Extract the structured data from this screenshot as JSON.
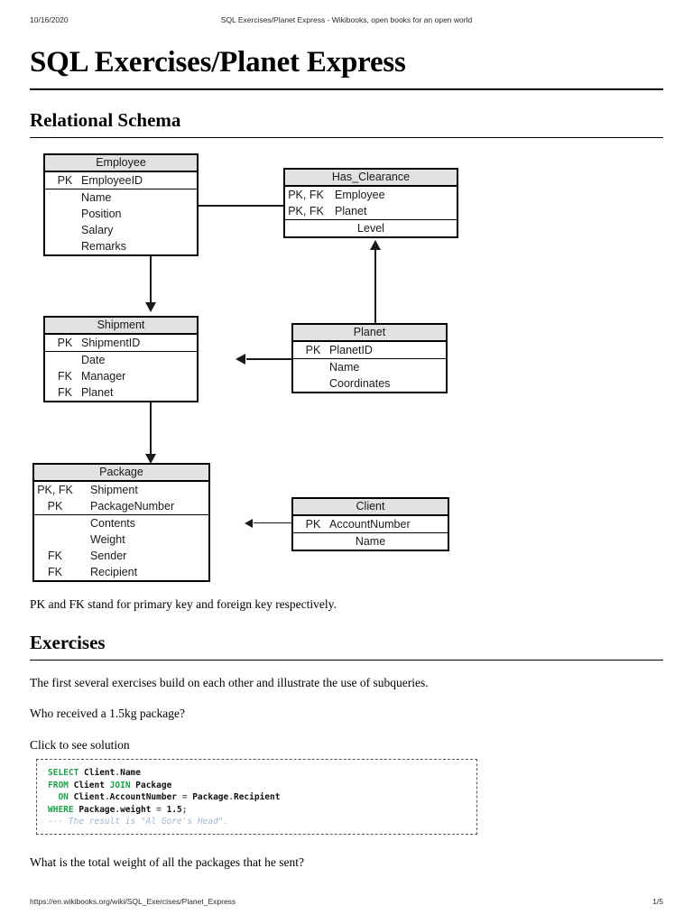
{
  "print_header": {
    "date": "10/16/2020",
    "title": "SQL Exercises/Planet Express - Wikibooks, open books for an open world"
  },
  "print_footer": {
    "url": "https://en.wikibooks.org/wiki/SQL_Exercises/Planet_Express",
    "page": "1/5"
  },
  "document": {
    "title": "SQL Exercises/Planet Express",
    "sections": {
      "schema": "Relational Schema",
      "exercises": "Exercises"
    },
    "paragraphs": {
      "pk_fk_note": "PK and FK stand for primary key and foreign key respectively.",
      "intro": "The first several exercises build on each other and illustrate the use of subqueries.",
      "question1": "Who received a 1.5kg package?",
      "click_solution": "Click to see solution",
      "question2": "What is the total weight of all the packages that he sent?"
    }
  },
  "diagram": {
    "entities": {
      "employee": {
        "name": "Employee",
        "keys": [
          {
            "key": "PK",
            "attr": "EmployeeID"
          }
        ],
        "attrs": [
          {
            "key": "",
            "attr": "Name"
          },
          {
            "key": "",
            "attr": "Position"
          },
          {
            "key": "",
            "attr": "Salary"
          },
          {
            "key": "",
            "attr": "Remarks"
          }
        ]
      },
      "has_clearance": {
        "name": "Has_Clearance",
        "keys": [
          {
            "key": "PK, FK",
            "attr": "Employee"
          },
          {
            "key": "PK, FK",
            "attr": "Planet"
          }
        ],
        "attrs": [
          {
            "key": "",
            "attr": "Level"
          }
        ]
      },
      "shipment": {
        "name": "Shipment",
        "keys": [
          {
            "key": "PK",
            "attr": "ShipmentID"
          }
        ],
        "attrs": [
          {
            "key": "",
            "attr": "Date"
          },
          {
            "key": "FK",
            "attr": "Manager"
          },
          {
            "key": "FK",
            "attr": "Planet"
          }
        ]
      },
      "planet": {
        "name": "Planet",
        "keys": [
          {
            "key": "PK",
            "attr": "PlanetID"
          }
        ],
        "attrs": [
          {
            "key": "",
            "attr": "Name"
          },
          {
            "key": "",
            "attr": "Coordinates"
          }
        ]
      },
      "package": {
        "name": "Package",
        "keys": [
          {
            "key": "PK, FK",
            "attr": "Shipment"
          },
          {
            "key": "PK",
            "attr": "PackageNumber"
          }
        ],
        "attrs": [
          {
            "key": "",
            "attr": "Contents"
          },
          {
            "key": "",
            "attr": "Weight"
          },
          {
            "key": "FK",
            "attr": "Sender"
          },
          {
            "key": "FK",
            "attr": "Recipient"
          }
        ]
      },
      "client": {
        "name": "Client",
        "keys": [
          {
            "key": "PK",
            "attr": "AccountNumber"
          }
        ],
        "attrs": [
          {
            "key": "",
            "attr": "Name"
          }
        ]
      }
    },
    "relationships": [
      {
        "from": "Employee",
        "to": "Has_Clearance",
        "direction": "right"
      },
      {
        "from": "Employee",
        "to": "Shipment",
        "direction": "down"
      },
      {
        "from": "Planet",
        "to": "Has_Clearance",
        "direction": "up"
      },
      {
        "from": "Planet",
        "to": "Shipment",
        "direction": "left"
      },
      {
        "from": "Shipment",
        "to": "Package",
        "direction": "down"
      },
      {
        "from": "Client",
        "to": "Package",
        "direction": "left"
      }
    ]
  },
  "code": {
    "lines": [
      [
        {
          "t": "SELECT ",
          "c": "kw"
        },
        {
          "t": "Client",
          "c": "id"
        },
        {
          "t": ".",
          "c": "op"
        },
        {
          "t": "Name",
          "c": "id"
        }
      ],
      [
        {
          "t": "FROM ",
          "c": "kw"
        },
        {
          "t": "Client ",
          "c": "id"
        },
        {
          "t": "JOIN ",
          "c": "kw"
        },
        {
          "t": "Package",
          "c": "id"
        }
      ],
      [
        {
          "t": "  ON ",
          "c": "kw"
        },
        {
          "t": "Client",
          "c": "id"
        },
        {
          "t": ".",
          "c": "op"
        },
        {
          "t": "AccountNumber ",
          "c": "id"
        },
        {
          "t": "= ",
          "c": "op"
        },
        {
          "t": "Package",
          "c": "id"
        },
        {
          "t": ".",
          "c": "op"
        },
        {
          "t": "Recipient",
          "c": "id"
        }
      ],
      [
        {
          "t": "WHERE ",
          "c": "kw"
        },
        {
          "t": "Package",
          "c": "id"
        },
        {
          "t": ".",
          "c": "op"
        },
        {
          "t": "weight ",
          "c": "id"
        },
        {
          "t": "= ",
          "c": "op"
        },
        {
          "t": "1.5",
          "c": "num"
        },
        {
          "t": ";",
          "c": "op"
        }
      ],
      [
        {
          "t": "--- The result is \"Al Gore's Head\".",
          "c": "cmt"
        }
      ]
    ]
  },
  "colors": {
    "entity_header_bg": "#e2e2e2",
    "keyword_green": "#1f9f4a",
    "comment_blue": "#9fb6cd",
    "rule_black": "#000000"
  }
}
